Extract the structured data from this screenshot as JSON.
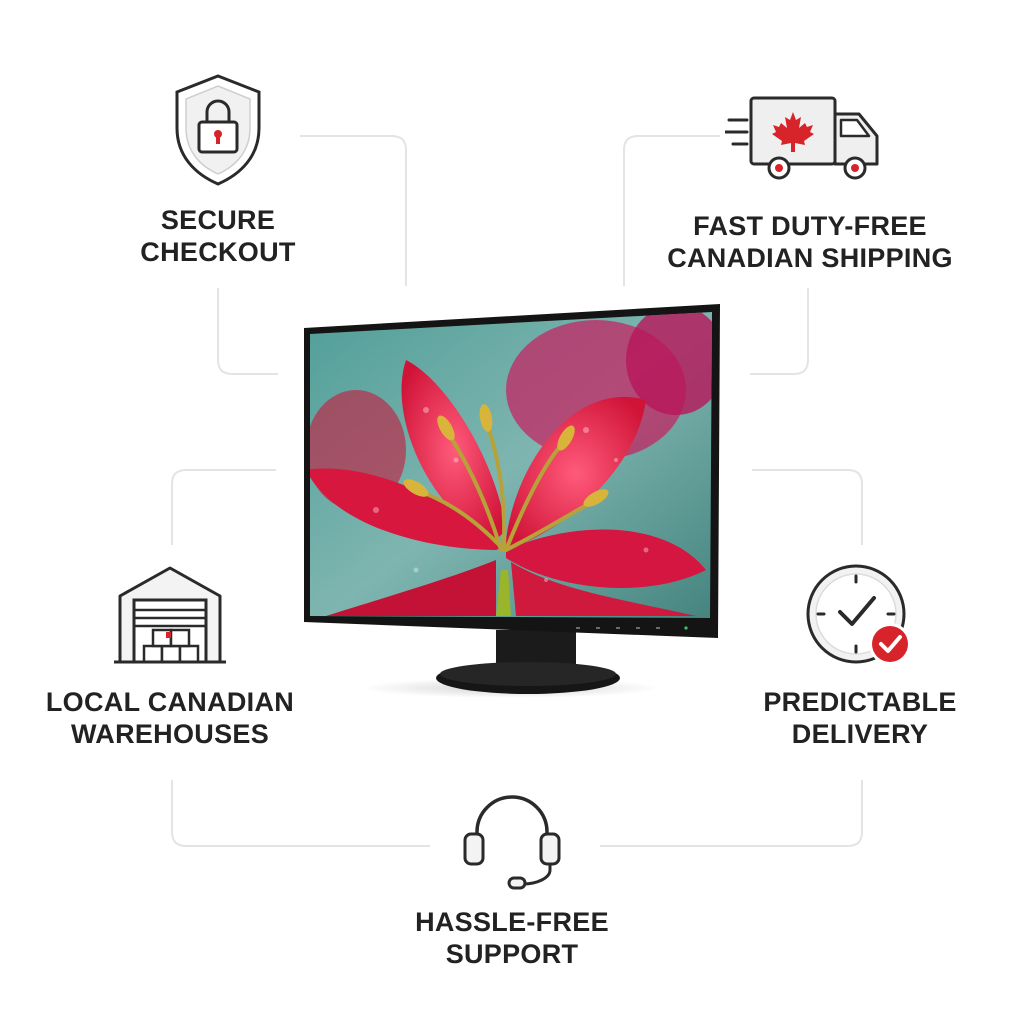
{
  "features": {
    "secure": {
      "label": "SECURE\nCHECKOUT",
      "icon": "shield-lock-icon"
    },
    "shipping": {
      "label": "FAST DUTY-FREE\nCANADIAN SHIPPING",
      "icon": "delivery-truck-maple-leaf-icon"
    },
    "warehouse": {
      "label": "LOCAL CANADIAN\nWAREHOUSES",
      "icon": "warehouse-icon"
    },
    "delivery": {
      "label": "PREDICTABLE\nDELIVERY",
      "icon": "clock-check-icon"
    },
    "support": {
      "label": "HASSLE-FREE\nSUPPORT",
      "icon": "headset-icon"
    }
  },
  "colors": {
    "accent_red": "#d7242b",
    "text": "#222222",
    "line": "#e3e3e3",
    "icon_stroke": "#2a2a2a"
  }
}
